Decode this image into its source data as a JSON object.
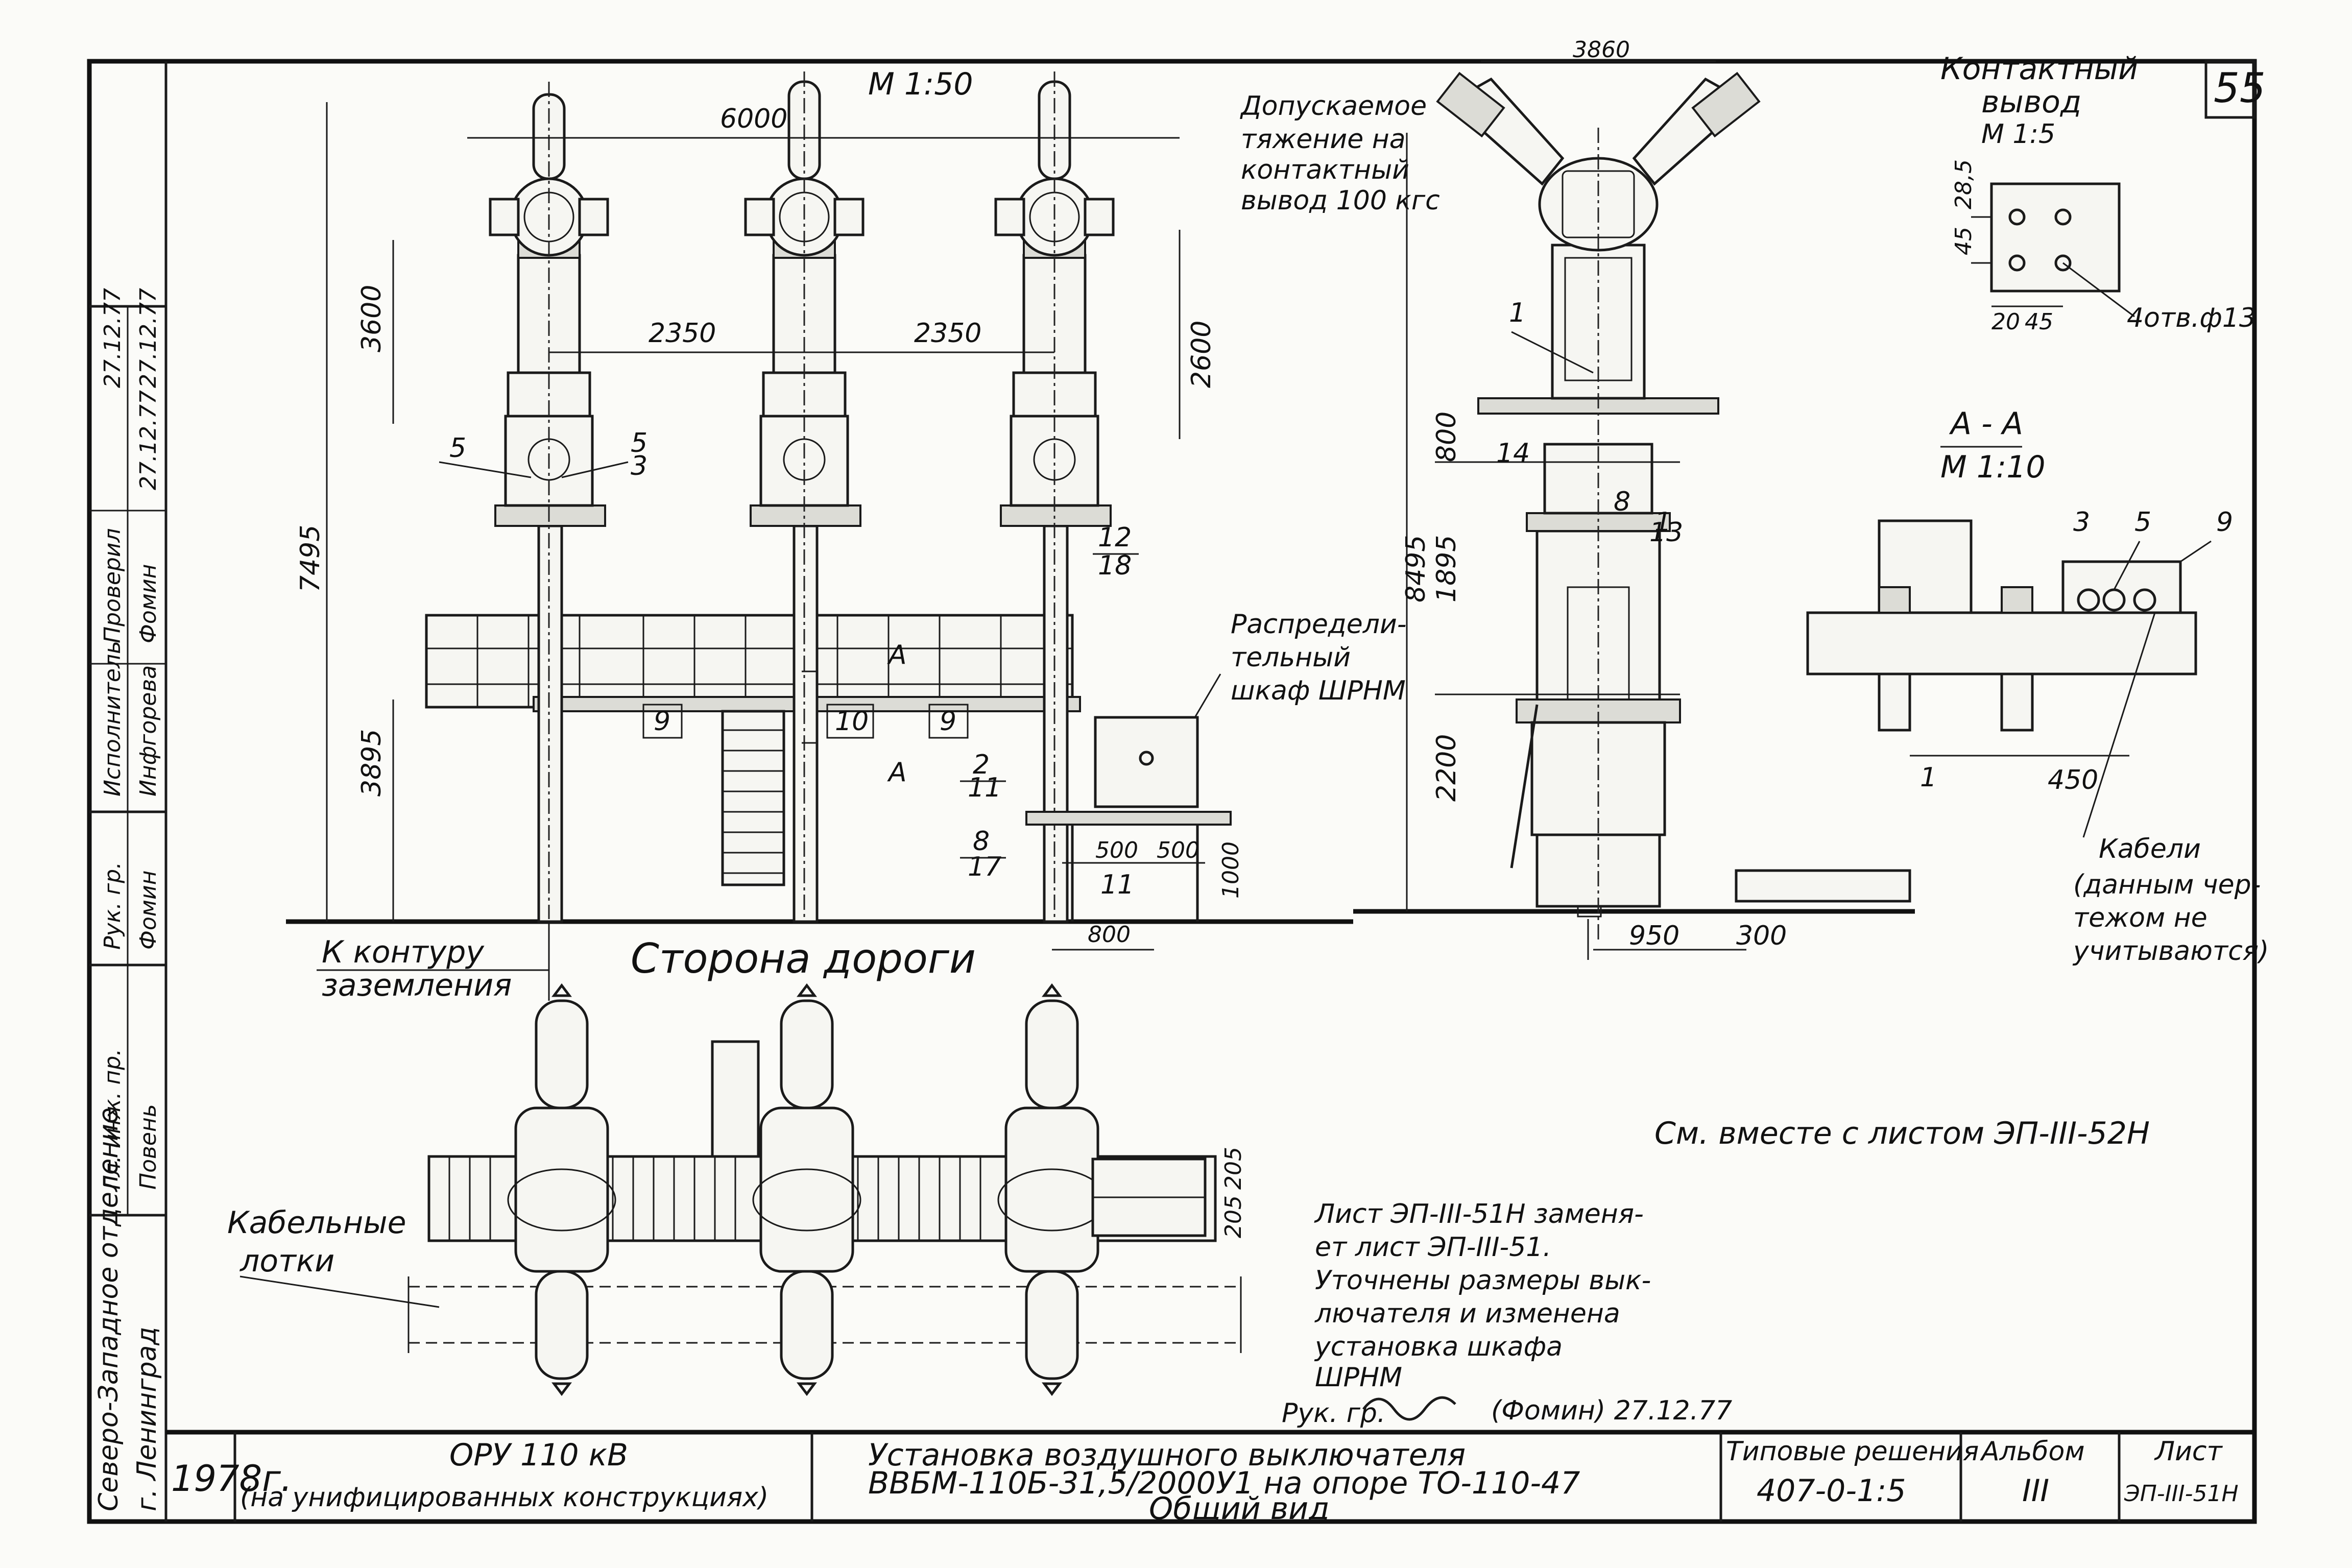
{
  "sheet": {
    "sheet_number": "55",
    "scale_main": "М 1:50",
    "road_side": "Сторона дороги",
    "ground_contour": [
      "К контуру",
      "заземления"
    ],
    "cable_trays": [
      "Кабельные",
      "лотки"
    ],
    "allowed_tension": [
      "Допускаемое",
      "тяжение на",
      "контактный",
      "вывод 100 кгс"
    ],
    "distribution_cabinet": [
      "Распредели-",
      "тельный",
      "шкаф ШРНМ"
    ],
    "contact_terminal": {
      "title": [
        "Контактный",
        "вывод"
      ],
      "scale": "М 1:5",
      "holes": "4отв.ф13",
      "dims": [
        "45",
        "28,5",
        "20",
        "45"
      ]
    },
    "section_aa": {
      "title": "А - А",
      "scale": "М 1:10",
      "dim": "450",
      "labels": [
        "3",
        "5",
        "9",
        "1"
      ]
    },
    "cables_note": [
      "Кабели",
      "(данным чер-",
      "тежом не",
      "учитываются)"
    ],
    "see_also": "См. вместе с листом ЭП-III-52Н",
    "replacement_note": [
      "Лист ЭП-III-51Н заменя-",
      "ет лист ЭП-III-51.",
      "Уточнены размеры вык-",
      "лючателя и изменена",
      "установка шкафа",
      "ШРНМ"
    ],
    "signature_line": "Рук. гр.",
    "signature_name": "(Фомин) 27.12.77"
  },
  "dimensions": {
    "front": [
      "6000",
      "3600",
      "2350",
      "2350",
      "2600",
      "7495",
      "3895",
      "500",
      "500",
      "1000",
      "800"
    ],
    "side": [
      "3860",
      "800",
      "1895",
      "8495",
      "2200",
      "950",
      "300"
    ],
    "plan": [
      "205",
      "205"
    ]
  },
  "callouts": {
    "front": [
      "5",
      "5",
      "3",
      "9",
      "10",
      "9",
      "2",
      "11",
      "8",
      "17",
      "11",
      "12",
      "18",
      "А",
      "А"
    ],
    "side": [
      "1",
      "14",
      "8",
      "13",
      "1"
    ]
  },
  "title_block": {
    "year": "1978г.",
    "object": "ОРУ 110 кВ",
    "object_note": "(на унифицированных конструкциях)",
    "title_lines": [
      "Установка воздушного выключателя",
      "ВВБМ-110Б-31,5/2000У1 на опоре ТО-110-47",
      "Общий вид"
    ],
    "standard_solution_label": "Типовые решения",
    "standard_solution_value": "407-0-1:5",
    "album_label": "Альбом",
    "album_value": "III",
    "sheet_label": "Лист",
    "sheet_value": "ЭП-III-51Н"
  },
  "left_strip": {
    "org": "Северо-Западное отделение",
    "city": "г. Ленинград",
    "roles": [
      "Гл. инж. пр.",
      "Рук. гр.",
      "Исполнитель",
      "Проверил"
    ],
    "names": [
      "Повень",
      "Фомин",
      "Инфгорева",
      "Фомин"
    ],
    "dates": [
      "27.12.77",
      "27.12.77",
      "27.12.77"
    ]
  },
  "colors": {
    "ink": "#1a1a1a",
    "paper": "#fbfbf8"
  }
}
